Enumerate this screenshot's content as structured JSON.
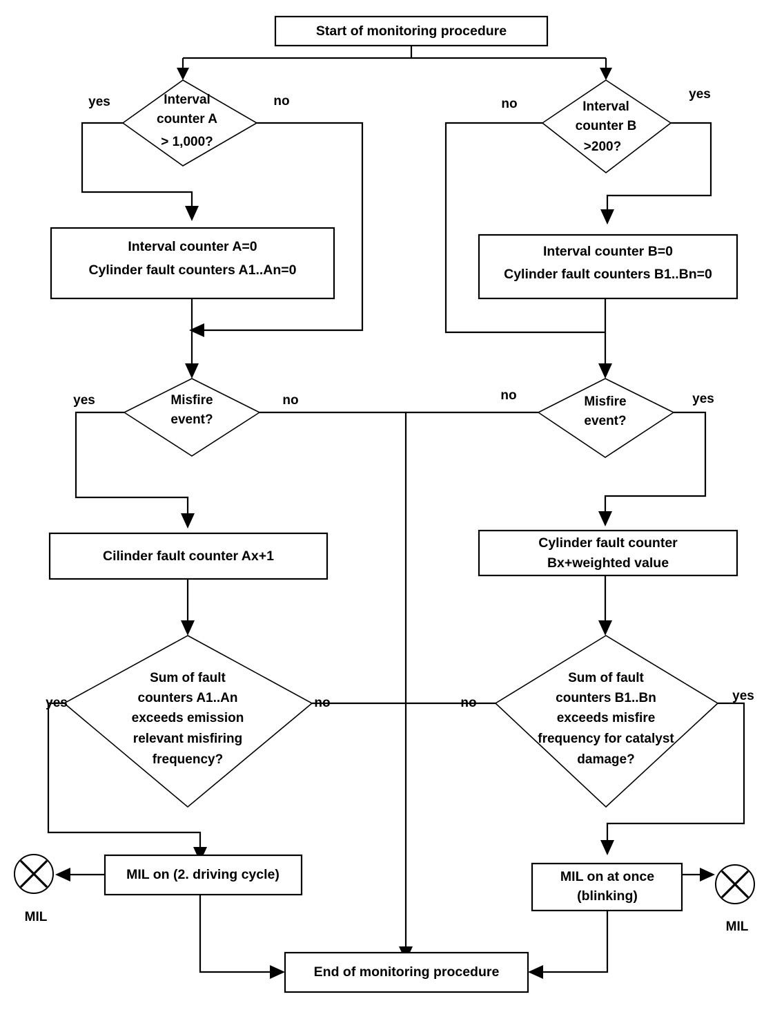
{
  "diagram": {
    "title": "Misfire monitoring procedure flowchart",
    "type": "flowchart",
    "colors": {
      "background": "#ffffff",
      "stroke": "#000000",
      "fill": "#ffffff"
    },
    "nodes": {
      "start": {
        "shape": "process",
        "text": "Start of monitoring procedure"
      },
      "decision_interval_a": {
        "shape": "decision",
        "lines": [
          "Interval",
          "counter A",
          "> 1,000?"
        ],
        "branch_left": "yes",
        "branch_right": "no"
      },
      "decision_interval_b": {
        "shape": "decision",
        "lines": [
          "Interval",
          "counter B",
          ">200?"
        ],
        "branch_left": "no",
        "branch_right": "yes"
      },
      "reset_a": {
        "shape": "process",
        "lines": [
          "Interval counter A=0",
          "Cylinder fault counters A1..An=0"
        ]
      },
      "reset_b": {
        "shape": "process",
        "lines": [
          "Interval counter B=0",
          "Cylinder fault counters B1..Bn=0"
        ]
      },
      "decision_misfire_a": {
        "shape": "decision",
        "lines": [
          "Misfire",
          "event?"
        ],
        "branch_left": "yes",
        "branch_right": "no"
      },
      "decision_misfire_b": {
        "shape": "decision",
        "lines": [
          "Misfire",
          "event?"
        ],
        "branch_left": "no",
        "branch_right": "yes"
      },
      "counter_ax": {
        "shape": "process",
        "lines": [
          "Cilinder fault counter Ax+1"
        ]
      },
      "counter_bx": {
        "shape": "process",
        "lines": [
          "Cylinder fault counter",
          "Bx+weighted value"
        ]
      },
      "decision_sum_a": {
        "shape": "decision",
        "lines": [
          "Sum of  fault",
          "counters A1..An",
          "exceeds emission",
          "relevant misfiring",
          "frequency?"
        ],
        "branch_left": "yes",
        "branch_right": "no"
      },
      "decision_sum_b": {
        "shape": "decision",
        "lines": [
          "Sum of  fault",
          "counters B1..Bn",
          "exceeds misfire",
          "frequency for catalyst",
          "damage?"
        ],
        "branch_left": "no",
        "branch_right": "yes"
      },
      "mil_on_a": {
        "shape": "process",
        "lines": [
          "MIL on (2. driving cycle)"
        ]
      },
      "mil_on_b": {
        "shape": "process",
        "lines": [
          "MIL on at once",
          "(blinking)"
        ]
      },
      "lamp_a": {
        "shape": "lamp",
        "icon": "mil-lamp-icon",
        "caption": "MIL"
      },
      "lamp_b": {
        "shape": "lamp",
        "icon": "mil-lamp-icon",
        "caption": "MIL"
      },
      "end": {
        "shape": "process",
        "text": "End of monitoring procedure"
      }
    }
  }
}
